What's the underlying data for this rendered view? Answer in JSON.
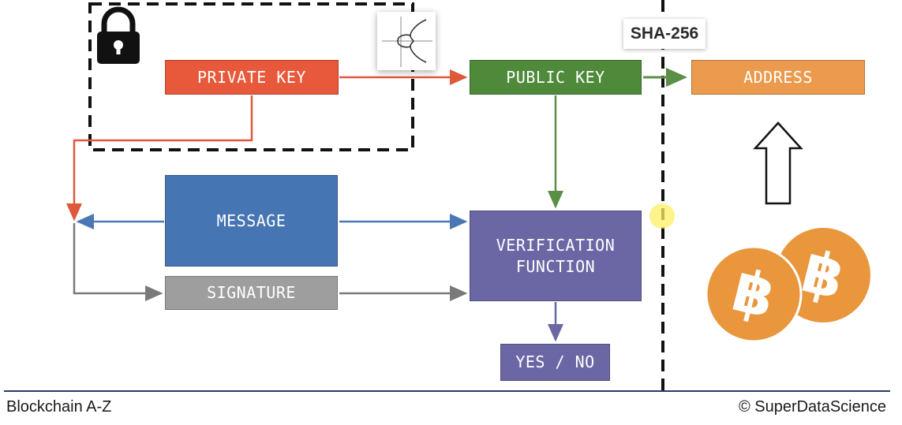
{
  "colors": {
    "private_key": "#e8583a",
    "public_key": "#4e8a3a",
    "address": "#eb9a4e",
    "message": "#4675b3",
    "signature": "#9e9e9e",
    "verification": "#6a67a4",
    "yes_no": "#6a67a4",
    "arrow_red": "#e0583a",
    "arrow_green": "#5a8f45",
    "arrow_blue": "#4b78b5",
    "arrow_gray": "#7a7a7a",
    "arrow_purple": "#6a67a4",
    "coin": "#e9963d"
  },
  "nodes": {
    "private_key": "PRIVATE KEY",
    "public_key": "PUBLIC KEY",
    "address": "ADDRESS",
    "message": "MESSAGE",
    "signature": "SIGNATURE",
    "verification": "VERIFICATION\nFUNCTION",
    "yes_no": "YES / NO"
  },
  "hash_label": "SHA-256",
  "icons": [
    "padlock-icon",
    "elliptic-curve-icon",
    "up-arrow-icon",
    "bitcoin-coin-icon"
  ],
  "footer": {
    "left": "Blockchain A-Z",
    "right": "© SuperDataScience"
  }
}
